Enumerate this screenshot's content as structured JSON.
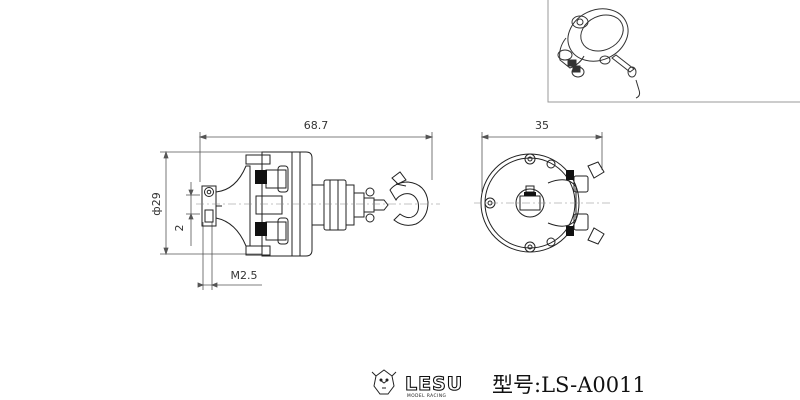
{
  "dimensions": {
    "overall_length": "68.7",
    "body_diameter": "ф29",
    "pin_spacing": "2",
    "thread": "M2.5",
    "front_diameter": "35"
  },
  "branding": {
    "logo_text": "LESU",
    "logo_subtext": "MODEL RACING",
    "model_number": "型号:LS-A0011"
  }
}
